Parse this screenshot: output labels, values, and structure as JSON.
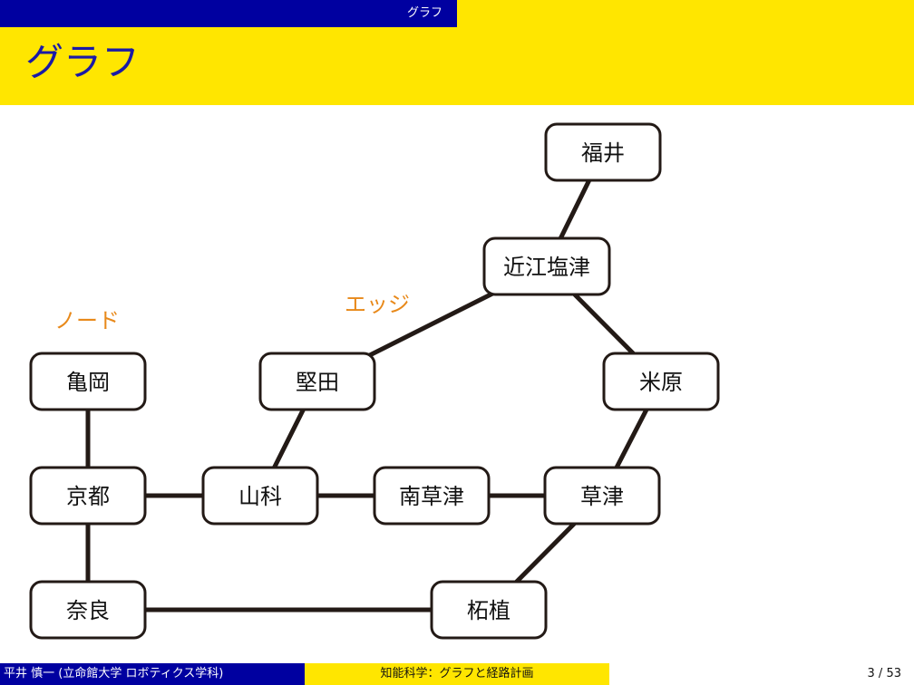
{
  "header": {
    "section_label": "グラフ",
    "title": "グラフ"
  },
  "annotations": {
    "node": "ノード",
    "edge": "エッジ"
  },
  "graph": {
    "nodes": [
      {
        "id": "fukui",
        "label": "福井"
      },
      {
        "id": "omishiotsu",
        "label": "近江塩津"
      },
      {
        "id": "maibara",
        "label": "米原"
      },
      {
        "id": "katata",
        "label": "堅田"
      },
      {
        "id": "kameoka",
        "label": "亀岡"
      },
      {
        "id": "kyoto",
        "label": "京都"
      },
      {
        "id": "yamashina",
        "label": "山科"
      },
      {
        "id": "minamikusatsu",
        "label": "南草津"
      },
      {
        "id": "kusatsu",
        "label": "草津"
      },
      {
        "id": "nara",
        "label": "奈良"
      },
      {
        "id": "tsuge",
        "label": "柘植"
      }
    ],
    "edges": [
      [
        "fukui",
        "omishiotsu"
      ],
      [
        "omishiotsu",
        "katata"
      ],
      [
        "omishiotsu",
        "maibara"
      ],
      [
        "katata",
        "yamashina"
      ],
      [
        "maibara",
        "kusatsu"
      ],
      [
        "kameoka",
        "kyoto"
      ],
      [
        "kyoto",
        "yamashina"
      ],
      [
        "kyoto",
        "nara"
      ],
      [
        "yamashina",
        "minamikusatsu"
      ],
      [
        "minamikusatsu",
        "kusatsu"
      ],
      [
        "kusatsu",
        "tsuge"
      ],
      [
        "nara",
        "tsuge"
      ]
    ]
  },
  "footer": {
    "author": "平井 慎一 (立命館大学 ロボティクス学科)",
    "course": "知能科学：グラフと経路計画",
    "page": "3 / 53"
  },
  "colors": {
    "dark_blue": "#0000a0",
    "yellow": "#ffe600",
    "title_blue": "#1a1aa6",
    "annotation_orange": "#e8891a",
    "edge": "#231a16"
  }
}
